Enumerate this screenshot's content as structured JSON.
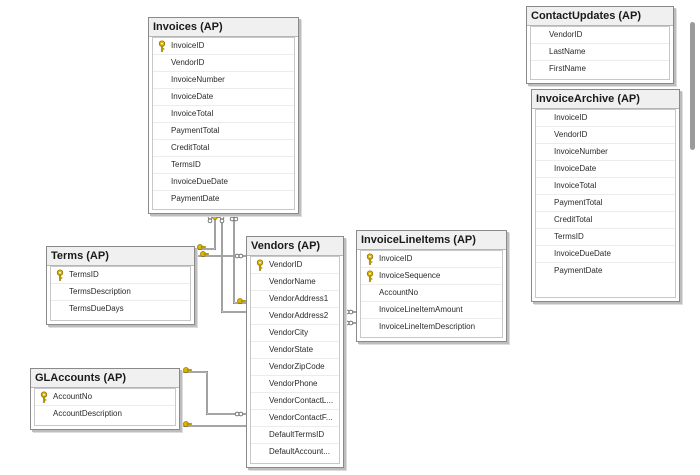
{
  "colors": {
    "key": "#d9b400",
    "line": "#6f6f6f"
  },
  "tables": [
    {
      "id": "invoices",
      "title": "Invoices (AP)",
      "columns": [
        {
          "name": "InvoiceID",
          "pk": true
        },
        {
          "name": "VendorID",
          "pk": false
        },
        {
          "name": "InvoiceNumber",
          "pk": false
        },
        {
          "name": "InvoiceDate",
          "pk": false
        },
        {
          "name": "InvoiceTotal",
          "pk": false
        },
        {
          "name": "PaymentTotal",
          "pk": false
        },
        {
          "name": "CreditTotal",
          "pk": false
        },
        {
          "name": "TermsID",
          "pk": false
        },
        {
          "name": "InvoiceDueDate",
          "pk": false
        },
        {
          "name": "PaymentDate",
          "pk": false
        }
      ]
    },
    {
      "id": "contact-updates",
      "title": "ContactUpdates (AP)",
      "columns": [
        {
          "name": "VendorID",
          "pk": false
        },
        {
          "name": "LastName",
          "pk": false
        },
        {
          "name": "FirstName",
          "pk": false
        }
      ]
    },
    {
      "id": "invoice-archive",
      "title": "InvoiceArchive (AP)",
      "columns": [
        {
          "name": "InvoiceID",
          "pk": false
        },
        {
          "name": "VendorID",
          "pk": false
        },
        {
          "name": "InvoiceNumber",
          "pk": false
        },
        {
          "name": "InvoiceDate",
          "pk": false
        },
        {
          "name": "InvoiceTotal",
          "pk": false
        },
        {
          "name": "PaymentTotal",
          "pk": false
        },
        {
          "name": "CreditTotal",
          "pk": false
        },
        {
          "name": "TermsID",
          "pk": false
        },
        {
          "name": "InvoiceDueDate",
          "pk": false
        },
        {
          "name": "PaymentDate",
          "pk": false
        }
      ]
    },
    {
      "id": "terms",
      "title": "Terms (AP)",
      "columns": [
        {
          "name": "TermsID",
          "pk": true
        },
        {
          "name": "TermsDescription",
          "pk": false
        },
        {
          "name": "TermsDueDays",
          "pk": false
        }
      ]
    },
    {
      "id": "vendors",
      "title": "Vendors (AP)",
      "columns": [
        {
          "name": "VendorID",
          "pk": true
        },
        {
          "name": "VendorName",
          "pk": false
        },
        {
          "name": "VendorAddress1",
          "pk": false
        },
        {
          "name": "VendorAddress2",
          "pk": false
        },
        {
          "name": "VendorCity",
          "pk": false
        },
        {
          "name": "VendorState",
          "pk": false
        },
        {
          "name": "VendorZipCode",
          "pk": false
        },
        {
          "name": "VendorPhone",
          "pk": false
        },
        {
          "name": "VendorContactL...",
          "pk": false
        },
        {
          "name": "VendorContactF...",
          "pk": false
        },
        {
          "name": "DefaultTermsID",
          "pk": false
        },
        {
          "name": "DefaultAccount...",
          "pk": false
        }
      ]
    },
    {
      "id": "invoice-line-items",
      "title": "InvoiceLineItems (AP)",
      "columns": [
        {
          "name": "InvoiceID",
          "pk": true
        },
        {
          "name": "InvoiceSequence",
          "pk": true
        },
        {
          "name": "AccountNo",
          "pk": false
        },
        {
          "name": "InvoiceLineItemAmount",
          "pk": false
        },
        {
          "name": "InvoiceLineItemDescription",
          "pk": false
        }
      ]
    },
    {
      "id": "gl-accounts",
      "title": "GLAccounts (AP)",
      "columns": [
        {
          "name": "AccountNo",
          "pk": true
        },
        {
          "name": "AccountDescription",
          "pk": false
        }
      ]
    }
  ],
  "relationships": [
    {
      "from": "terms",
      "to": "invoices"
    },
    {
      "from": "terms",
      "to": "vendors"
    },
    {
      "from": "vendors",
      "to": "invoices"
    },
    {
      "from": "invoices",
      "to": "invoice-line-items"
    },
    {
      "from": "gl-accounts",
      "to": "invoice-line-items"
    },
    {
      "from": "gl-accounts",
      "to": "vendors"
    }
  ]
}
